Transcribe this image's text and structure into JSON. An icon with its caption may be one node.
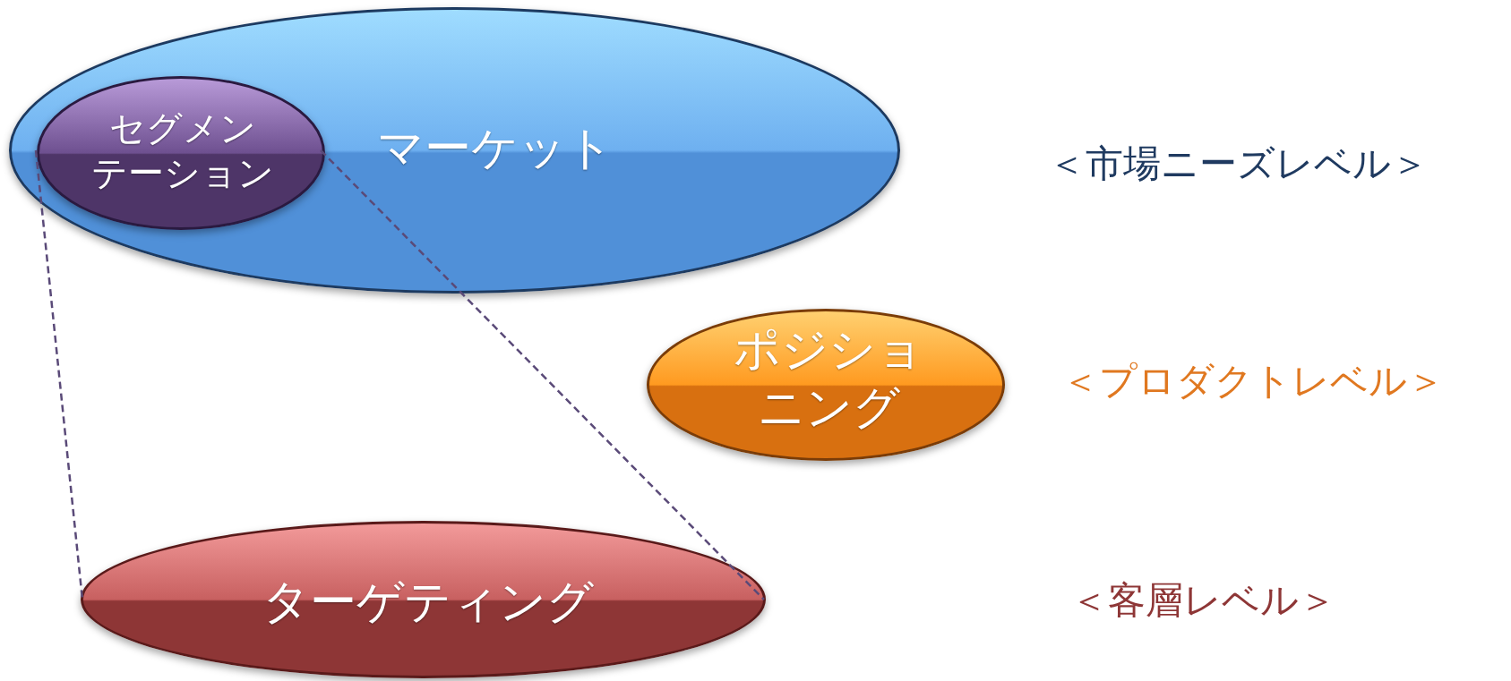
{
  "diagram": {
    "nodes": [
      {
        "text": [
          "マーケット"
        ]
      },
      {
        "text": [
          "セグメンテーション"
        ],
        "in": 0
      },
      {
        "text": [
          "ポジショニング"
        ]
      },
      {
        "text": [
          "ターゲティング"
        ]
      }
    ],
    "edges": [
      {
        "from": 1,
        "to": 3,
        "arrow": "none",
        "style": "dashed"
      },
      {
        "from": 1,
        "to": 3,
        "arrow": "none",
        "style": "dashed"
      }
    ],
    "labels": [
      "＜市場ニーズレベル＞",
      "＜プロダクトレベル＞",
      "＜客層レベル＞"
    ]
  }
}
